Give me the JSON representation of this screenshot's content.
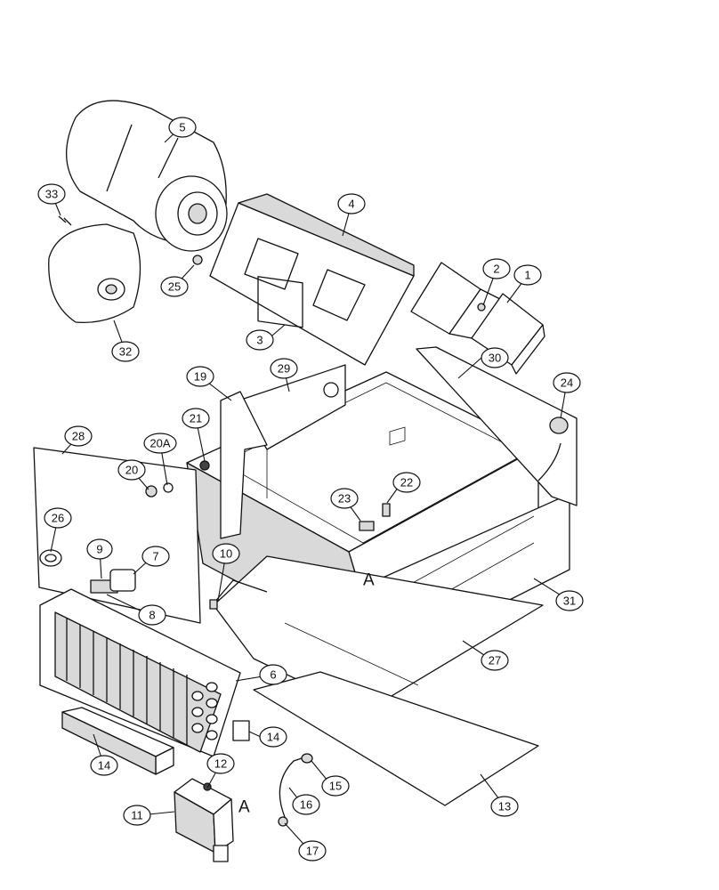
{
  "callouts": [
    "1",
    "2",
    "3",
    "4",
    "5",
    "6",
    "7",
    "8",
    "9",
    "10",
    "11",
    "12",
    "13",
    "14",
    "14",
    "15",
    "16",
    "17",
    "19",
    "20",
    "20A",
    "21",
    "22",
    "23",
    "24",
    "25",
    "26",
    "27",
    "28",
    "29",
    "30",
    "31",
    "32",
    "33"
  ],
  "reference_labels": [
    "A",
    "A"
  ]
}
